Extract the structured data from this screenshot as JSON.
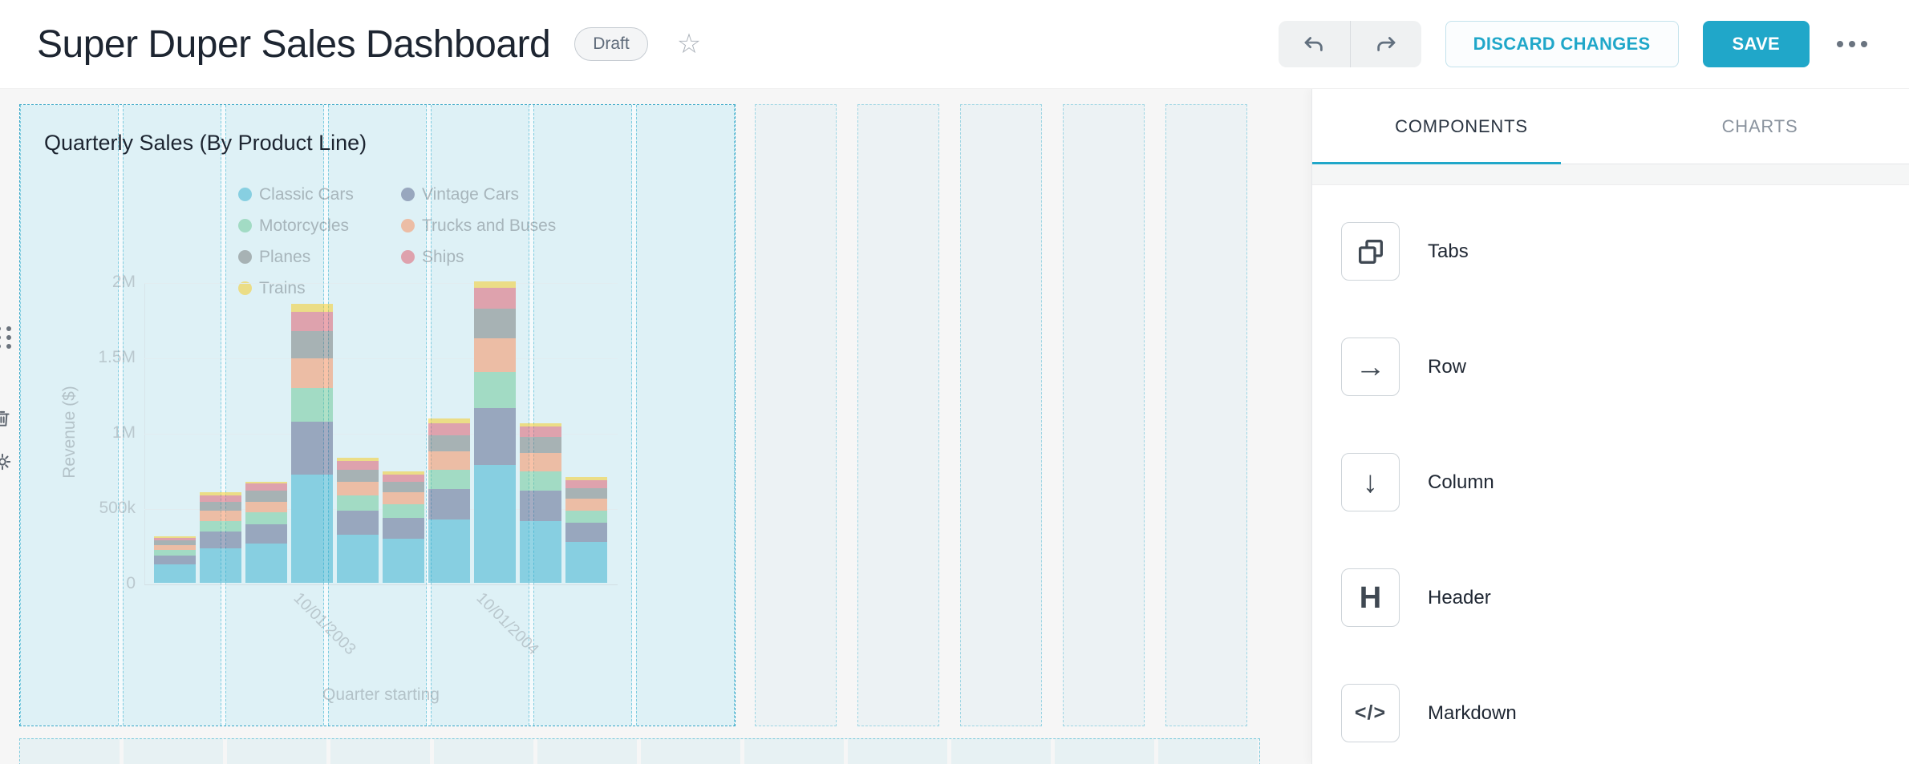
{
  "header": {
    "title": "Super Duper Sales Dashboard",
    "status_badge": "Draft",
    "buttons": {
      "discard": "DISCARD CHANGES",
      "save": "SAVE"
    }
  },
  "panel": {
    "tabs": [
      {
        "label": "COMPONENTS",
        "active": true
      },
      {
        "label": "CHARTS",
        "active": false
      }
    ],
    "items": [
      {
        "label": "Tabs",
        "icon": "tabs-icon",
        "glyph": ""
      },
      {
        "label": "Row",
        "icon": "arrow-right-icon",
        "glyph": "→"
      },
      {
        "label": "Column",
        "icon": "arrow-down-icon",
        "glyph": "↓"
      },
      {
        "label": "Header",
        "icon": "header-icon",
        "glyph": "H"
      },
      {
        "label": "Markdown",
        "icon": "markdown-icon",
        "glyph": "</>"
      }
    ]
  },
  "chart_data": {
    "type": "bar",
    "stacked": true,
    "title": "Quarterly Sales (By Product Line)",
    "xlabel": "Quarter starting",
    "ylabel": "Revenue ($)",
    "units": "thousand USD",
    "ylim": [
      0,
      2000
    ],
    "ytick_labels": [
      "0",
      "500k",
      "1M",
      "1.5M",
      "2M"
    ],
    "num_bars": 10,
    "xticks": [
      {
        "index": 3,
        "label": "10/01/2003"
      },
      {
        "index": 7,
        "label": "10/01/2004"
      }
    ],
    "legend_position": "top",
    "grid": true,
    "series": [
      {
        "name": "Classic Cars",
        "color": "#1FA8C9",
        "values": [
          120,
          230,
          260,
          720,
          320,
          290,
          420,
          780,
          410,
          270
        ]
      },
      {
        "name": "Vintage Cars",
        "color": "#454E7C",
        "values": [
          60,
          110,
          130,
          350,
          160,
          140,
          200,
          380,
          200,
          130
        ]
      },
      {
        "name": "Motorcycles",
        "color": "#5AC189",
        "values": [
          40,
          70,
          80,
          220,
          100,
          90,
          130,
          240,
          130,
          80
        ]
      },
      {
        "name": "Trucks and Buses",
        "color": "#FF7F44",
        "values": [
          30,
          70,
          70,
          200,
          90,
          80,
          120,
          220,
          120,
          80
        ]
      },
      {
        "name": "Planes",
        "color": "#666666",
        "values": [
          30,
          60,
          70,
          180,
          80,
          70,
          110,
          200,
          110,
          70
        ]
      },
      {
        "name": "Ships",
        "color": "#E04355",
        "values": [
          20,
          40,
          50,
          130,
          60,
          50,
          80,
          140,
          70,
          50
        ]
      },
      {
        "name": "Trains",
        "color": "#FCC700",
        "values": [
          10,
          20,
          10,
          50,
          20,
          20,
          30,
          40,
          20,
          20
        ]
      }
    ]
  },
  "colors": {
    "accent": "#20a7c9"
  }
}
